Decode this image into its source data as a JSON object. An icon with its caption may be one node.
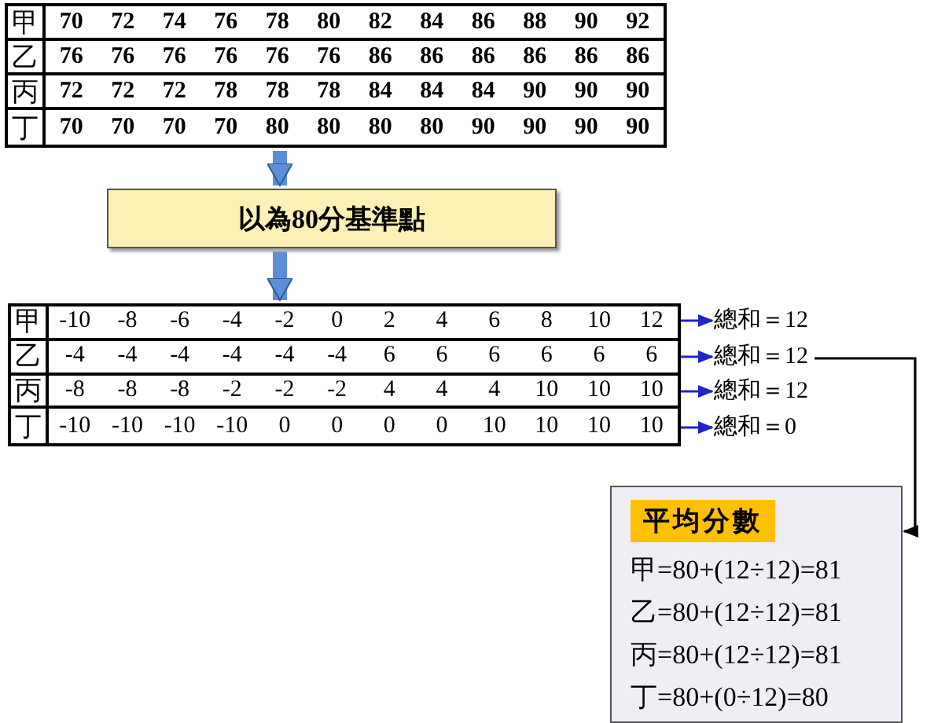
{
  "diagram": {
    "nodes": [
      {
        "text": [
          "甲",
          "70",
          "72",
          "74",
          "76",
          "78",
          "80",
          "82",
          "84",
          "86",
          "88",
          "90",
          "92",
          "乙",
          "76",
          "76",
          "76",
          "76",
          "76",
          "76",
          "86",
          "86",
          "86",
          "86",
          "86",
          "86",
          "丙",
          "72",
          "72",
          "72",
          "78",
          "78",
          "78",
          "84",
          "84",
          "84",
          "90",
          "90",
          "90",
          "丁",
          "70",
          "70",
          "70",
          "70",
          "80",
          "80",
          "80",
          "80",
          "90",
          "90",
          "90",
          "90"
        ]
      },
      {
        "text": [
          "以為80分基準點"
        ]
      },
      {
        "text": [
          "甲",
          "-10",
          "-8",
          "-6",
          "-4",
          "-2",
          "0",
          "2",
          "4",
          "6",
          "8",
          "10",
          "12",
          "乙",
          "-4",
          "-4",
          "-4",
          "-4",
          "-4",
          "-4",
          "6",
          "6",
          "6",
          "6",
          "6",
          "6",
          "丙",
          "-8",
          "-8",
          "-8",
          "-2",
          "-2",
          "-2",
          "4",
          "4",
          "4",
          "10",
          "10",
          "10",
          "丁",
          "-10",
          "-10",
          "-10",
          "-10",
          "0",
          "0",
          "0",
          "0",
          "10",
          "10",
          "10",
          "10"
        ]
      },
      {
        "text": [
          "總和＝12"
        ]
      },
      {
        "text": [
          "總和＝12"
        ]
      },
      {
        "text": [
          "總和＝12"
        ]
      },
      {
        "text": [
          "總和＝0"
        ]
      },
      {
        "text": [
          "平均分數",
          "甲=80+(12÷12)=81",
          "乙=80+(12÷12)=81",
          "丙=80+(12÷12)=81",
          "丁=80+(0÷12)=80"
        ]
      }
    ],
    "edges": [
      {
        "from": 0,
        "to": 1,
        "arrow": "to",
        "style": "thick",
        "color": "#5b8fd6"
      },
      {
        "from": 1,
        "to": 2,
        "arrow": "to",
        "style": "thick",
        "color": "#5b8fd6"
      },
      {
        "from": 2,
        "to": 3,
        "arrow": "to"
      },
      {
        "from": 2,
        "to": 4,
        "arrow": "to"
      },
      {
        "from": 2,
        "to": 5,
        "arrow": "to"
      },
      {
        "from": 2,
        "to": 6,
        "arrow": "to"
      },
      {
        "from": 4,
        "to": 7,
        "arrow": "to",
        "color": "#000000"
      }
    ]
  }
}
